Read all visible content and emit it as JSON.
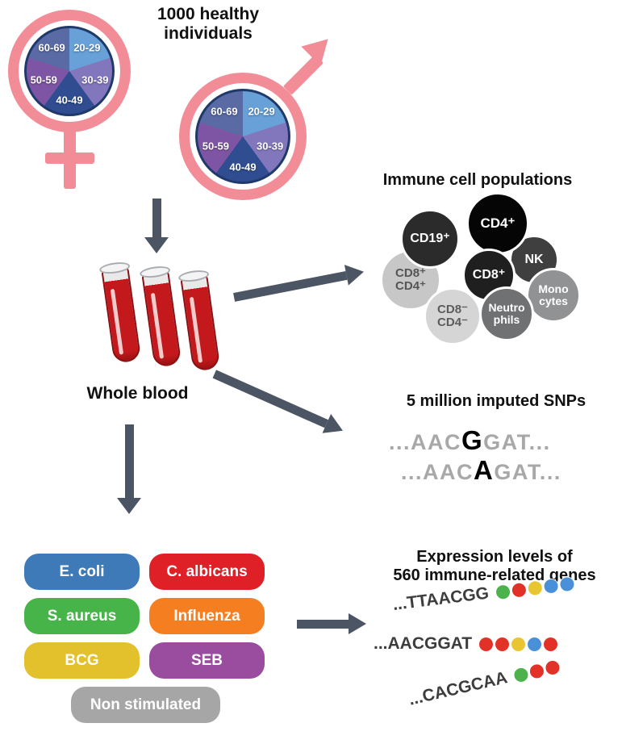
{
  "figure": {
    "title_line1": "1000 healthy",
    "title_line2": "individuals"
  },
  "demographics": {
    "age_segments": [
      {
        "label": "20-29",
        "color": "#68a0d8"
      },
      {
        "label": "30-39",
        "color": "#8277bd"
      },
      {
        "label": "40-49",
        "color": "#2f4d90"
      },
      {
        "label": "50-59",
        "color": "#7e55a4"
      },
      {
        "label": "60-69",
        "color": "#5a6aa5"
      }
    ],
    "symbol_color": "#f28c97"
  },
  "blood": {
    "label": "Whole blood",
    "tube_color": "#c4191c"
  },
  "immune_cells": {
    "heading": "Immune cell populations",
    "cells": [
      {
        "label": "CD8⁺\nCD4⁺",
        "color": "#c7c7c7",
        "text_color": "#555555"
      },
      {
        "label": "CD19⁺",
        "color": "#2b2b2b",
        "text_color": "#ffffff"
      },
      {
        "label": "NK",
        "color": "#3f3f3f",
        "text_color": "#ffffff"
      },
      {
        "label": "Mono\ncytes",
        "color": "#909294",
        "text_color": "#ffffff"
      },
      {
        "label": "CD4⁺",
        "color": "#050505",
        "text_color": "#ffffff"
      },
      {
        "label": "CD8⁺",
        "color": "#1f1f1f",
        "text_color": "#ffffff"
      },
      {
        "label": "CD8⁻\nCD4⁻",
        "color": "#d5d5d5",
        "text_color": "#5c5c5c"
      },
      {
        "label": "Neutro\nphils",
        "color": "#6f7173",
        "text_color": "#ffffff"
      }
    ]
  },
  "snps": {
    "heading": "5 million imputed SNPs",
    "sequences": [
      {
        "prefix": "...AAC",
        "variant": "G",
        "suffix": "GAT..."
      },
      {
        "prefix": "...AAC",
        "variant": "A",
        "suffix": "GAT..."
      }
    ]
  },
  "stimuli": {
    "items": [
      {
        "label": "E. coli",
        "color": "#3d7ab7"
      },
      {
        "label": "C. albicans",
        "color": "#e02027"
      },
      {
        "label": "S. aureus",
        "color": "#47b449"
      },
      {
        "label": "Influenza",
        "color": "#f57e20"
      },
      {
        "label": "BCG",
        "color": "#e2c12c"
      },
      {
        "label": "SEB",
        "color": "#9a4d9e"
      },
      {
        "label": "Non stimulated",
        "color": "#a6a6a6"
      }
    ]
  },
  "expression": {
    "heading_line1": "Expression levels of",
    "heading_line2": "560 immune-related genes",
    "dot_colors": {
      "green": "#4cb24c",
      "red": "#e23127",
      "yellow": "#e9c433",
      "blue": "#4a90d9"
    },
    "sequences": [
      {
        "text": "...TTAACGG",
        "dots": [
          "green",
          "red",
          "yellow",
          "blue",
          "blue"
        ]
      },
      {
        "text": "...AACGGAT",
        "dots": [
          "red",
          "red",
          "yellow",
          "blue",
          "red"
        ]
      },
      {
        "text": "...CACGCAA",
        "dots": [
          "green",
          "red",
          "red"
        ]
      }
    ]
  }
}
